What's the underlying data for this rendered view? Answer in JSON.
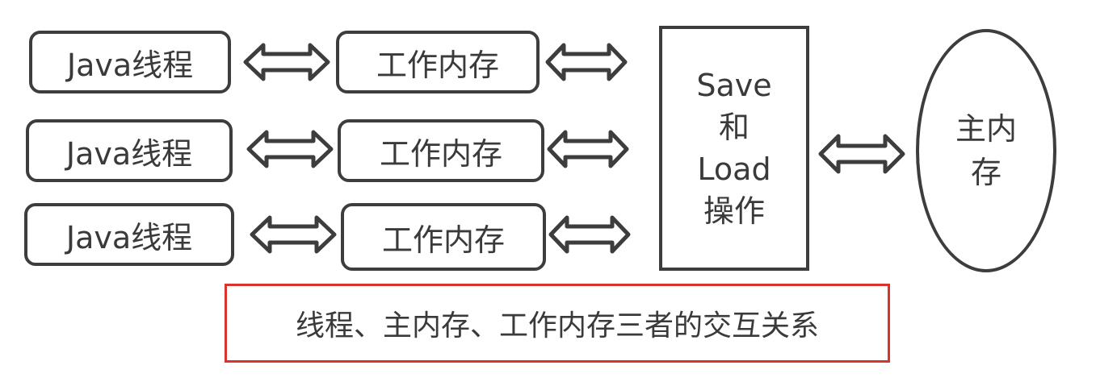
{
  "threads": [
    {
      "label": "Java线程"
    },
    {
      "label": "Java线程"
    },
    {
      "label": "Java线程"
    }
  ],
  "working_memories": [
    {
      "label": "工作内存"
    },
    {
      "label": "工作内存"
    },
    {
      "label": "工作内存"
    }
  ],
  "operation_box": {
    "lines": [
      "Save",
      "和",
      "Load",
      "操作"
    ]
  },
  "main_memory": {
    "lines": [
      "主内",
      "存"
    ]
  },
  "caption": "线程、主内存、工作内存三者的交互关系",
  "colors": {
    "outline": "#3d3d3d",
    "caption_border": "#d9342b",
    "text": "#3a3a3a"
  }
}
